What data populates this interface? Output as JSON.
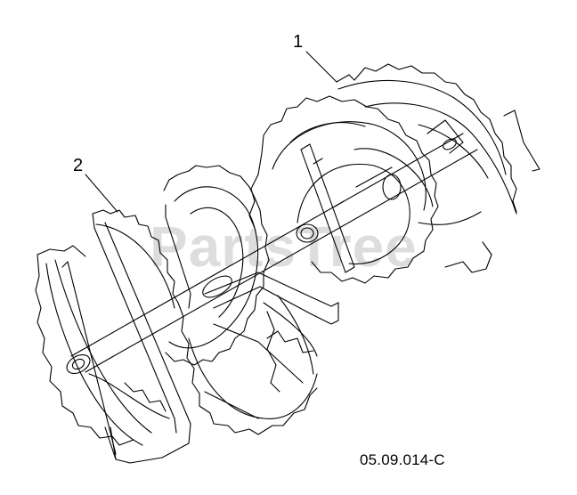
{
  "callouts": [
    {
      "label": "1"
    },
    {
      "label": "2"
    }
  ],
  "drawing_code": "05.09.014-C",
  "watermark": "PartsTree",
  "colors": {
    "line": "#000000",
    "background": "#ffffff"
  }
}
